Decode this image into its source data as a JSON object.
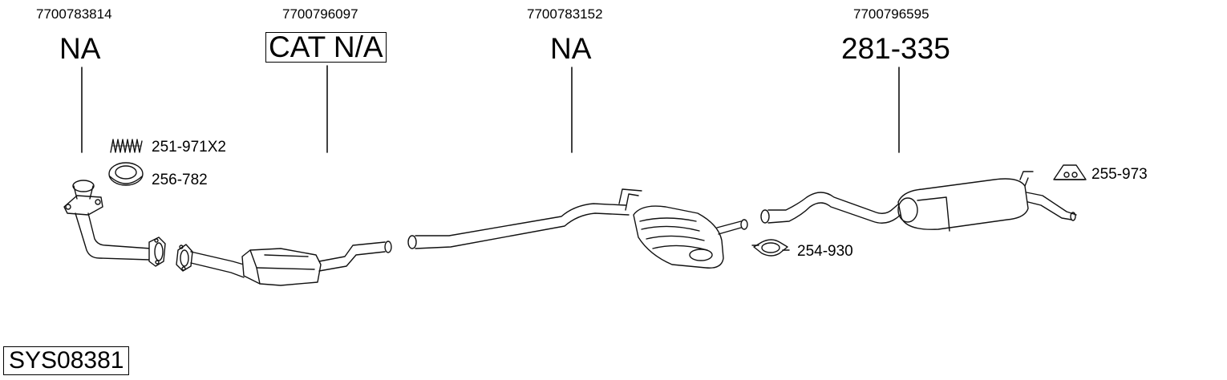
{
  "sections": [
    {
      "oem": "7700783814",
      "ref": "NA"
    },
    {
      "oem": "7700796097",
      "ref": "CAT N/A"
    },
    {
      "oem": "7700783152",
      "ref": "NA"
    },
    {
      "oem": "7700796595",
      "ref": "281-335"
    }
  ],
  "accessories": [
    {
      "label": "251-971X2",
      "icon": "spring-icon"
    },
    {
      "label": "256-782",
      "icon": "gasket-ring-icon"
    },
    {
      "label": "254-930",
      "icon": "clamp-icon"
    },
    {
      "label": "255-973",
      "icon": "rubber-mount-icon"
    }
  ],
  "system_code": "SYS08381"
}
